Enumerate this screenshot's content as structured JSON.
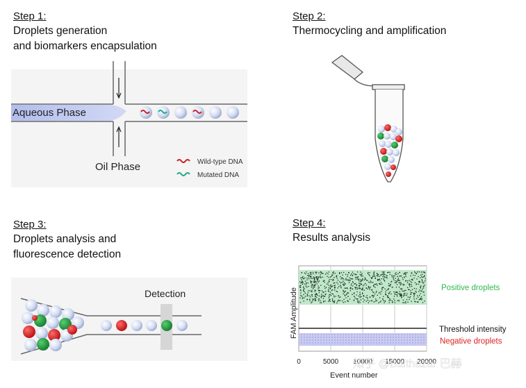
{
  "step1": {
    "num": "Step 1:",
    "desc": "Droplets generation\nand biomarkers encapsulation"
  },
  "step2": {
    "num": "Step 2:",
    "desc": "Thermocycling and amplification"
  },
  "step3": {
    "num": "Step 3:",
    "desc": "Droplets analysis and\nfluorescence detection"
  },
  "step4": {
    "num": "Step 4:",
    "desc": "Results analysis"
  },
  "panel1": {
    "aqueous": "Aqueous Phase",
    "oil": "Oil Phase",
    "wild": "Wild-type DNA",
    "mutated": "Mutated DNA"
  },
  "panel3": {
    "detection": "Detection"
  },
  "chart_data": {
    "type": "scatter",
    "xlabel": "Event number",
    "ylabel": "FAM Amplitude",
    "xticks": [
      "0",
      "5000",
      "10000",
      "15000",
      "20000"
    ],
    "xlim": [
      0,
      20000
    ],
    "grid": true,
    "bands": [
      {
        "name": "Positive droplets",
        "color": "#bfe8c9",
        "position": "top"
      },
      {
        "name": "Threshold intensity",
        "color": "#222222",
        "position": "middle"
      },
      {
        "name": "Negative droplets",
        "color": "#c7c9f0",
        "position": "bottom"
      }
    ],
    "label_colors": {
      "positive": "#2eb84f",
      "threshold": "#111111",
      "negative": "#e02020"
    }
  },
  "watermark": "知乎 @Balthazar 巴赫",
  "colors": {
    "droplet": "#c9d3ee",
    "red": "#d42020",
    "green": "#1e9a3c",
    "aqueous": "#b9c4ee"
  }
}
